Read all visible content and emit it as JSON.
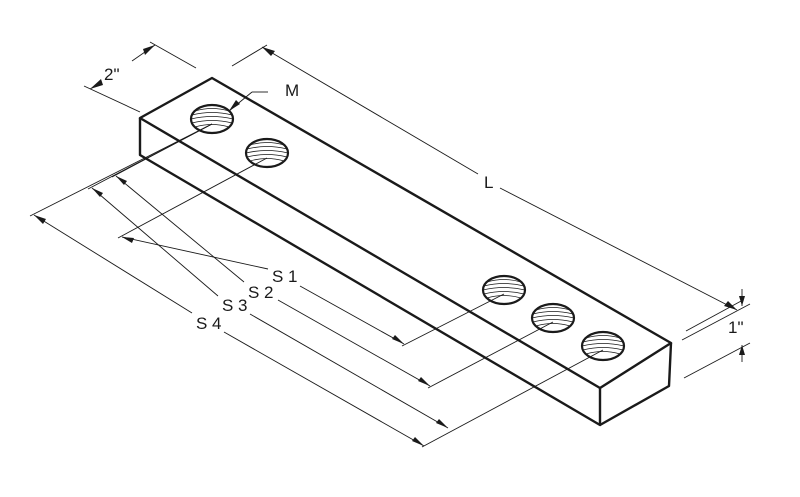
{
  "labels": {
    "width": "2\"",
    "hole": "M",
    "length": "L",
    "height": "1\"",
    "s1": "S 1",
    "s2": "S 2",
    "s3": "S 3",
    "s4": "S 4"
  },
  "hole_count": 5
}
